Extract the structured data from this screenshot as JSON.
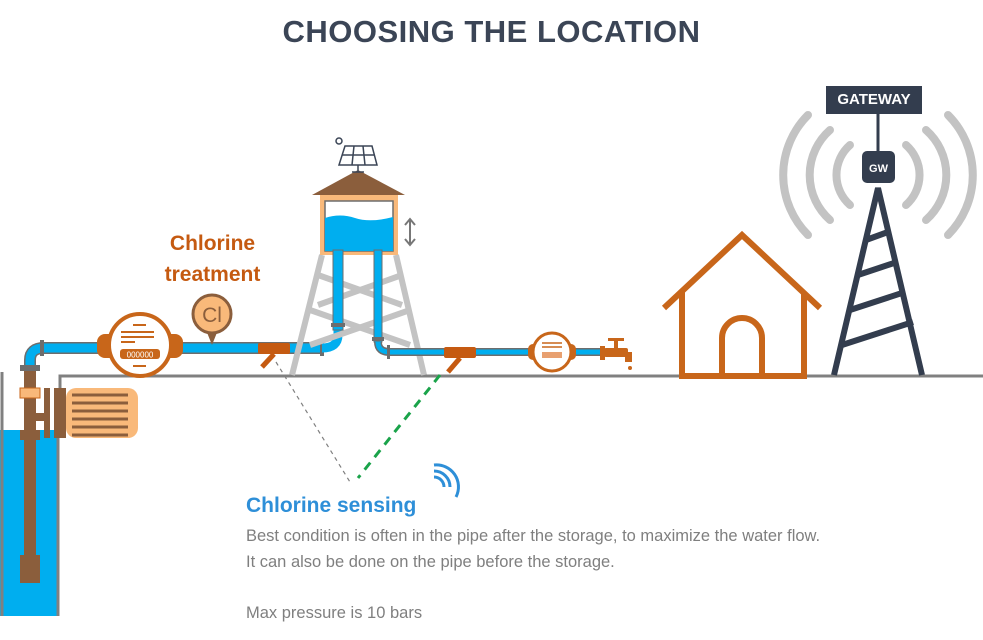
{
  "title": "CHOOSING THE LOCATION",
  "gateway": {
    "label": "GATEWAY",
    "tower_badge": "GW"
  },
  "treatment": {
    "line1": "Chlorine",
    "line2": "treatment",
    "badge": "Cl"
  },
  "meter_digits": "000000",
  "sensing": {
    "title": "Chlorine sensing",
    "line1": "Best condition is often in the pipe after the storage, to maximize the water flow.",
    "line2": "It can also be done on the pipe before the storage.",
    "line3": "Max pressure  is 10 bars"
  },
  "colors": {
    "water": "#00aeef",
    "orange": "#c55a11",
    "brown": "#8b5e3c",
    "dark": "#333d4e",
    "gray": "#808080",
    "green": "#1aa34a",
    "blue_text": "#2e8fd8"
  }
}
